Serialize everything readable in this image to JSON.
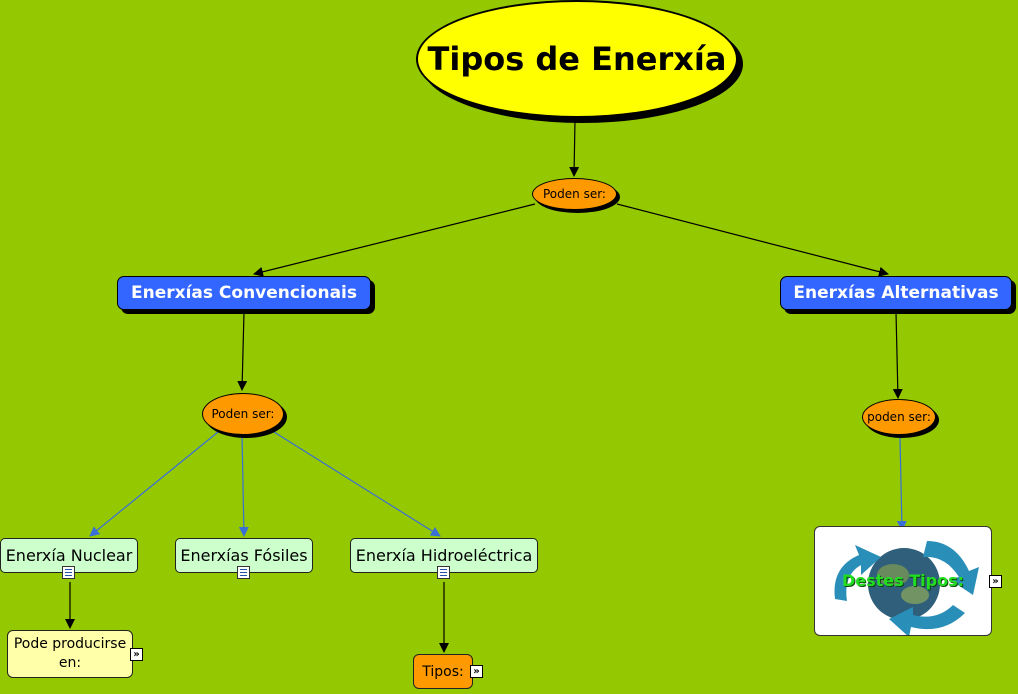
{
  "title": "Tipos de Enerxía",
  "nodes": {
    "poden_ser_top": "Poden ser:",
    "convencionais": "Enerxías Convencionais",
    "alternativas": "Enerxías Alternativas",
    "poden_ser_left": "Poden ser:",
    "poden_ser_right": "poden ser:",
    "nuclear": "Enerxía Nuclear",
    "fosiles": "Enerxías Fósiles",
    "hidro": "Enerxía Hidroeléctrica",
    "pode_producirse": "Pode producirse en:",
    "tipos": "Tipos:",
    "destes_tipos": "Destes Tipos:"
  },
  "colors": {
    "background": "#94c800",
    "title_fill": "#ffff00",
    "linking_phrase": "#ff9900",
    "concept_blue": "#3366ff",
    "concept_mint": "#ccffcc",
    "concept_cream": "#ffffaa",
    "connector_black": "#000000",
    "connector_blue": "#3a6fd8"
  },
  "icons": {
    "resource_doc": "document-icon",
    "resource_link": "double-chevron-right-icon",
    "recycle_image": "recycle-globe-icon"
  }
}
